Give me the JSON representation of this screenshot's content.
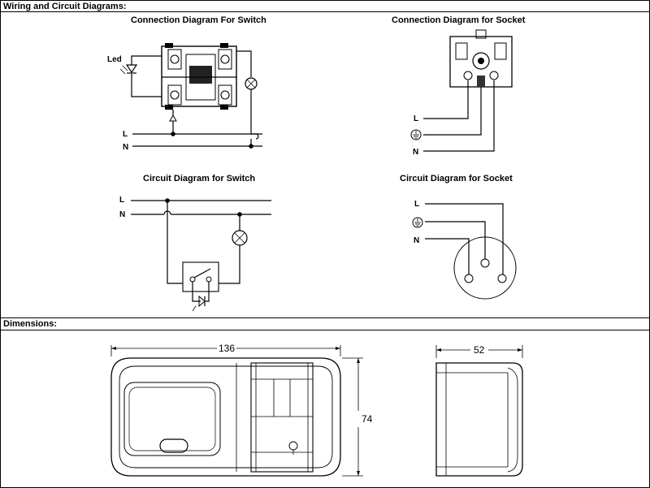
{
  "sections": {
    "wiring_title": "Wiring and Circuit Diagrams:",
    "dimensions_title": "Dimensions:"
  },
  "diagrams": {
    "conn_switch_title": "Connection Diagram For Switch",
    "conn_socket_title": "Connection Diagram for Socket",
    "circ_switch_title": "Circuit Diagram for Switch",
    "circ_socket_title": "Circuit Diagram for Socket"
  },
  "labels": {
    "led": "Led",
    "line": "L",
    "neutral": "N"
  },
  "dimensions": {
    "width": "136",
    "height": "74",
    "depth": "52"
  }
}
